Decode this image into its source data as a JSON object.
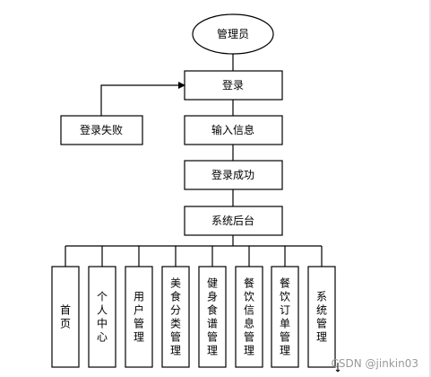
{
  "diagram": {
    "top": "管理员",
    "flow": [
      "登录",
      "输入信息",
      "登录成功",
      "系统后台"
    ],
    "fail": "登录失败",
    "modules": [
      "首页",
      "个人中心",
      "用户管理",
      "美食分类管理",
      "健身食谱管理",
      "餐饮信息管理",
      "餐饮订单管理",
      "系统管理"
    ]
  },
  "watermark": "CSDN @jinkin03"
}
